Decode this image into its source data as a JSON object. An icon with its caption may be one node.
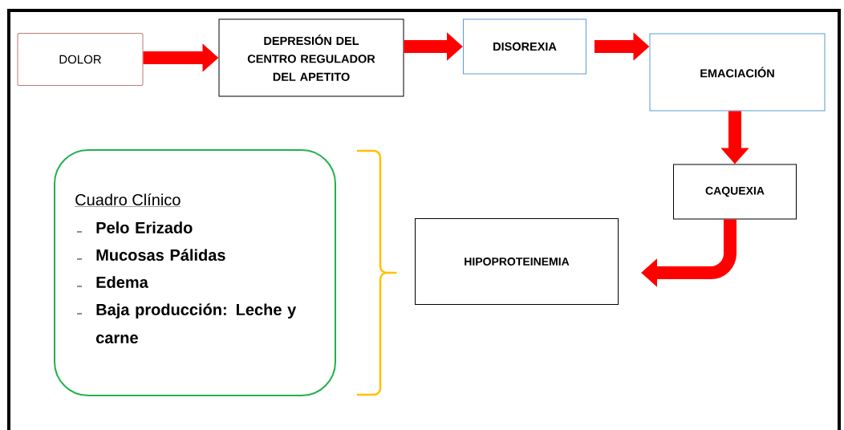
{
  "diagram": {
    "nodes": [
      {
        "text": [
          "DOLOR"
        ]
      },
      {
        "text": [
          "DEPRESIÓN DEL CENTRO REGULADOR DEL APETITO"
        ]
      },
      {
        "text": [
          "DISOREXIA"
        ]
      },
      {
        "text": [
          "EMACIACIÓN"
        ]
      },
      {
        "text": [
          "CAQUEXIA"
        ]
      },
      {
        "text": [
          "HIPOPROTEINEMIA"
        ]
      },
      {
        "text": [
          "Cuadro Clínico",
          "Pelo Erizado",
          "Mucosas Pálidas",
          "Edema",
          "Baja producción: Leche y carne"
        ]
      }
    ],
    "edges": [
      {
        "from": 0,
        "to": 1,
        "arrow": "to"
      },
      {
        "from": 1,
        "to": 2,
        "arrow": "to"
      },
      {
        "from": 2,
        "to": 3,
        "arrow": "to"
      },
      {
        "from": 3,
        "to": 4,
        "arrow": "to"
      },
      {
        "from": 4,
        "to": 5,
        "arrow": "to"
      }
    ]
  }
}
